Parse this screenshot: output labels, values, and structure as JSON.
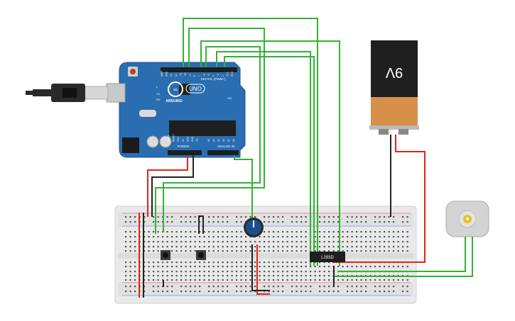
{
  "arduino": {
    "brand": "ARDUINO",
    "model": "UNO",
    "digital_label": "DIGITAL (PWM~)",
    "power_label": "POWER",
    "analog_label": "ANALOG IN",
    "top_pins": [
      "AREF",
      "GND",
      "13",
      "12",
      "~11",
      "~10",
      "~9",
      "8",
      "7",
      "~6",
      "~5",
      "4",
      "~3",
      "2",
      "TX 1",
      "RX 0"
    ],
    "power_pins": [
      "IOREF",
      "RESET",
      "3.3V",
      "5V",
      "GND",
      "GND",
      "Vin"
    ],
    "analog_pins": [
      "A0",
      "A1",
      "A2",
      "A3",
      "A4",
      "A5"
    ],
    "led_labels": [
      "L",
      "TX",
      "RX"
    ],
    "on_label": "ON"
  },
  "battery": {
    "label": "9V"
  },
  "chip": {
    "label": "L293D"
  },
  "colors": {
    "board": "#2a6db0",
    "wire_green": "#34b233",
    "wire_red": "#e0251b",
    "wire_black": "#222222",
    "breadboard": "#e8e8e8",
    "battery_top": "#1f1f1f",
    "battery_bottom": "#d6904a",
    "pot_knob": "#1b4f8a"
  },
  "icons": {
    "usb": "usb-cable-icon",
    "reset": "reset-button-icon",
    "motor": "dc-motor-icon",
    "potentiometer": "potentiometer-icon",
    "pushbutton": "pushbutton-icon"
  }
}
